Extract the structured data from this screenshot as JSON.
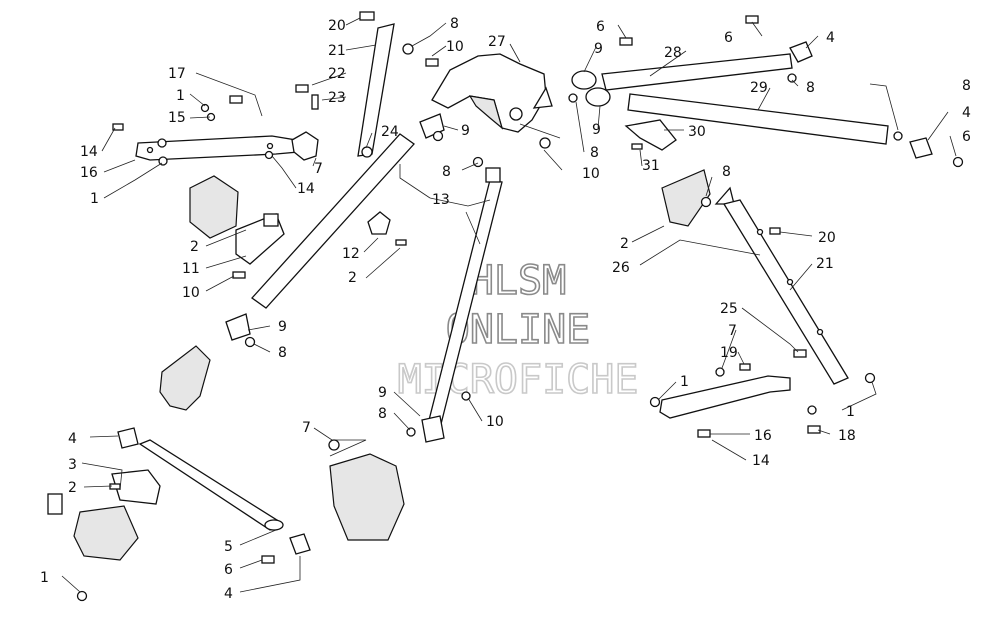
{
  "watermark": {
    "line1": "HLSM",
    "line2": "ONLINE",
    "line3": "MICROFICHE"
  },
  "callouts": {
    "c1_a": "1",
    "c1_b": "1",
    "c1_c": "1",
    "c1_d": "1",
    "c1_e": "1",
    "c2_a": "2",
    "c2_b": "2",
    "c2_c": "2",
    "c2_d": "2",
    "c3": "3",
    "c4_a": "4",
    "c4_b": "4",
    "c4_c": "4",
    "c4_d": "4",
    "c5": "5",
    "c6_a": "6",
    "c6_b": "6",
    "c6_c": "6",
    "c6_d": "6",
    "c7_a": "7",
    "c7_b": "7",
    "c7_c": "7",
    "c8_a": "8",
    "c8_b": "8",
    "c8_c": "8",
    "c8_d": "8",
    "c8_e": "8",
    "c8_f": "8",
    "c8_g": "8",
    "c8_h": "8",
    "c9_a": "9",
    "c9_b": "9",
    "c9_c": "9",
    "c9_d": "9",
    "c9_e": "9",
    "c10_a": "10",
    "c10_b": "10",
    "c10_c": "10",
    "c10_d": "10",
    "c11": "11",
    "c12": "12",
    "c13": "13",
    "c14_a": "14",
    "c14_b": "14",
    "c14_c": "14",
    "c15": "15",
    "c16_a": "16",
    "c16_b": "16",
    "c17": "17",
    "c18": "18",
    "c19": "19",
    "c20_a": "20",
    "c20_b": "20",
    "c21_a": "21",
    "c21_b": "21",
    "c22": "22",
    "c23": "23",
    "c24": "24",
    "c25": "25",
    "c26": "26",
    "c27": "27",
    "c28": "28",
    "c29": "29",
    "c30": "30",
    "c31": "31"
  }
}
